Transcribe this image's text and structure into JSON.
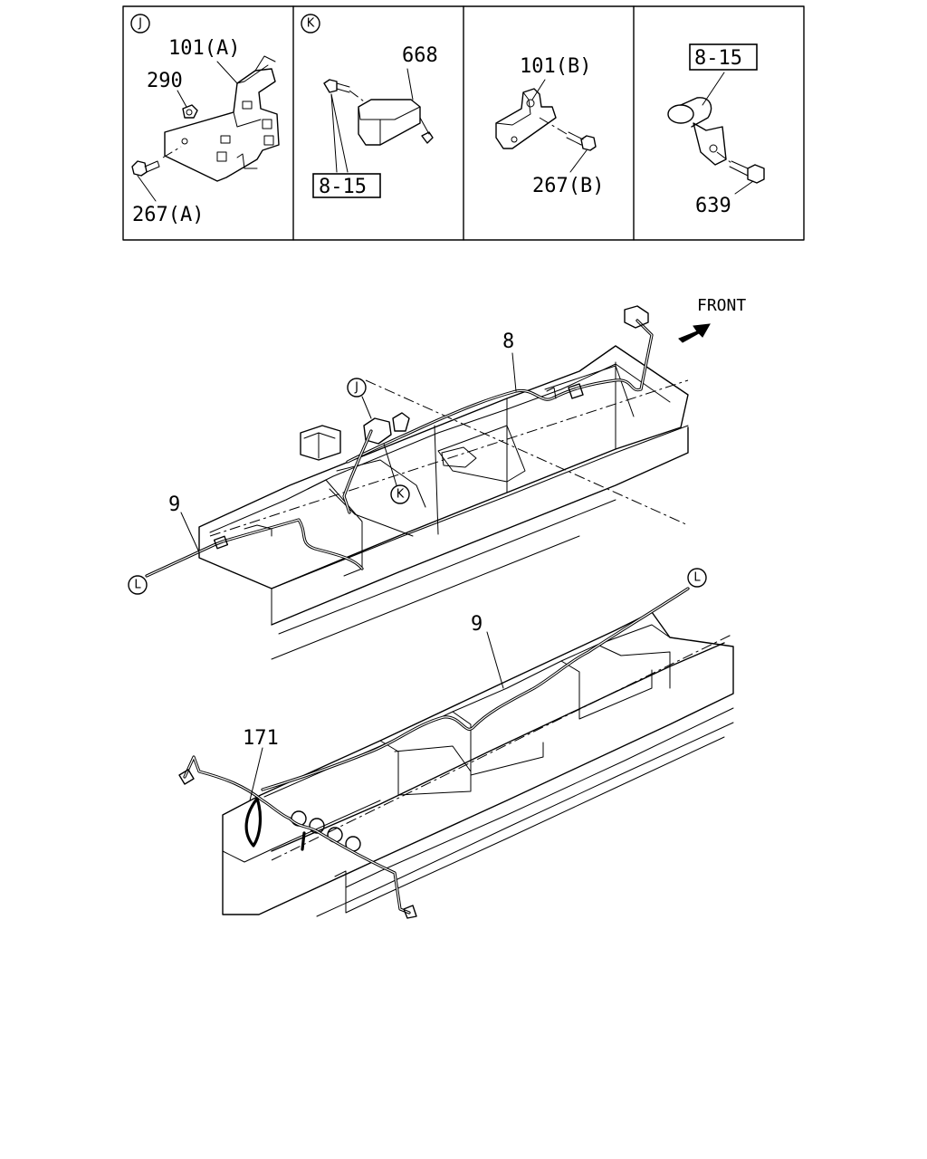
{
  "panels": [
    {
      "marker": "J",
      "labels": [
        "101(A)",
        "290",
        "267(A)"
      ]
    },
    {
      "marker": "K",
      "labels": [
        "668",
        "8-15"
      ]
    },
    {
      "marker": "",
      "labels": [
        "101(B)",
        "267(B)"
      ]
    },
    {
      "marker": "",
      "labels": [
        "8-15",
        "639"
      ]
    }
  ],
  "main": {
    "front_label": "FRONT",
    "callouts": {
      "harness_8": "8",
      "harness_9_upper": "9",
      "harness_9_lower": "9",
      "harness_171": "171"
    },
    "markers": {
      "j": "J",
      "k": "K",
      "l_upper": "L",
      "l_lower": "L"
    }
  }
}
